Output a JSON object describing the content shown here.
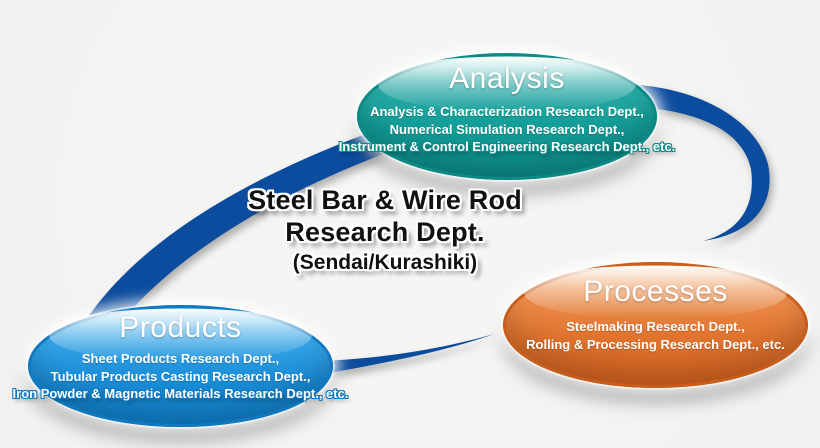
{
  "center": {
    "line1": "Steel Bar & Wire Rod",
    "line2": "Research Dept.",
    "line3": "(Sendai/Kurashiki)"
  },
  "colors": {
    "background": "#f3f3f1",
    "ring_blue": "#0c4c9e",
    "analysis_teal": "#139d98",
    "products_blue": "#1b8ed8",
    "processes_orange": "#e0742f"
  },
  "nodes": [
    {
      "id": "analysis",
      "title": "Analysis",
      "items": [
        "Analysis & Characterization Research Dept.,",
        "Numerical Simulation Research Dept.,",
        "Instrument & Control Engineering Research Dept., etc."
      ]
    },
    {
      "id": "products",
      "title": "Products",
      "items": [
        "Sheet Products Research Dept.,",
        "Tubular Products Casting Research Dept.,",
        "Iron Powder & Magnetic Materials Research Dept., etc."
      ]
    },
    {
      "id": "processes",
      "title": "Processes",
      "items": [
        "Steelmaking Research Dept.,",
        "Rolling & Processing Research Dept., etc."
      ]
    }
  ]
}
